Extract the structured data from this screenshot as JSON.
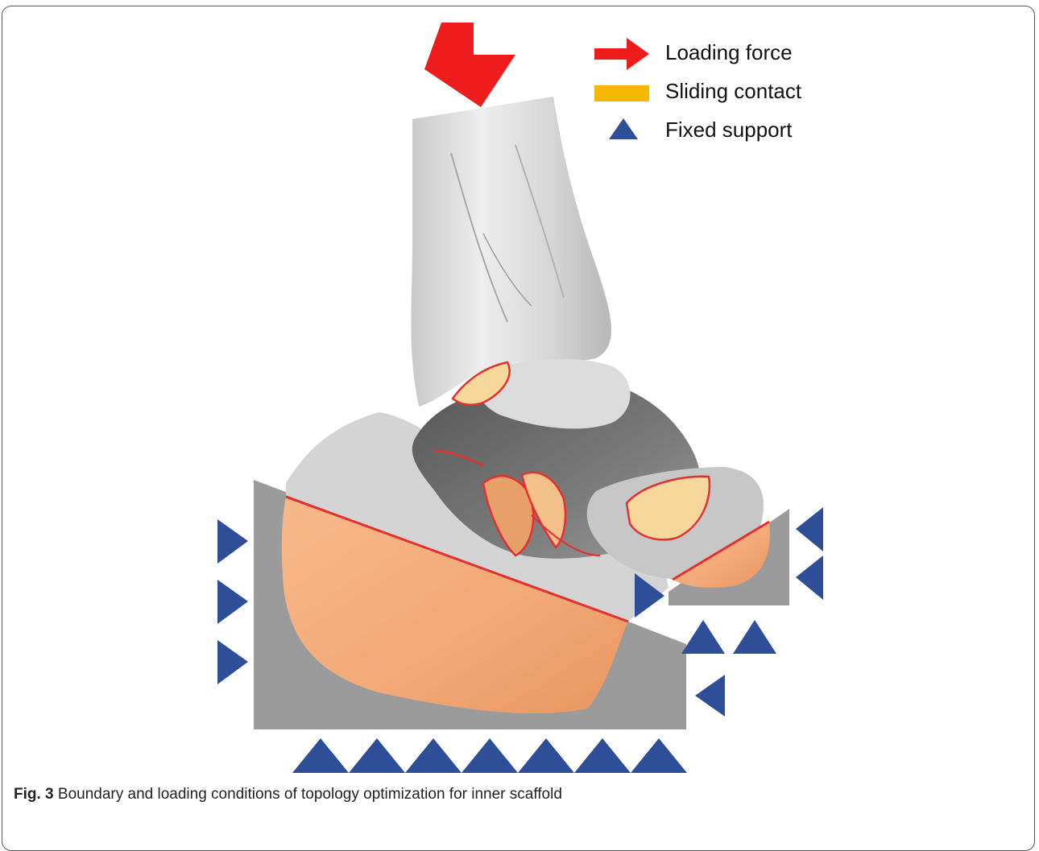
{
  "figure": {
    "legend": [
      {
        "label": "Loading force",
        "icon": "red-arrow-icon",
        "color": "#ee1c1c"
      },
      {
        "label": "Sliding contact",
        "icon": "yellow-bar-icon",
        "color": "#f5b700"
      },
      {
        "label": "Fixed support",
        "icon": "blue-triangle-icon",
        "color": "#2e4f98"
      }
    ]
  },
  "caption": {
    "label": "Fig. 3",
    "text": "Boundary and loading conditions of topology optimization for inner scaffold"
  }
}
